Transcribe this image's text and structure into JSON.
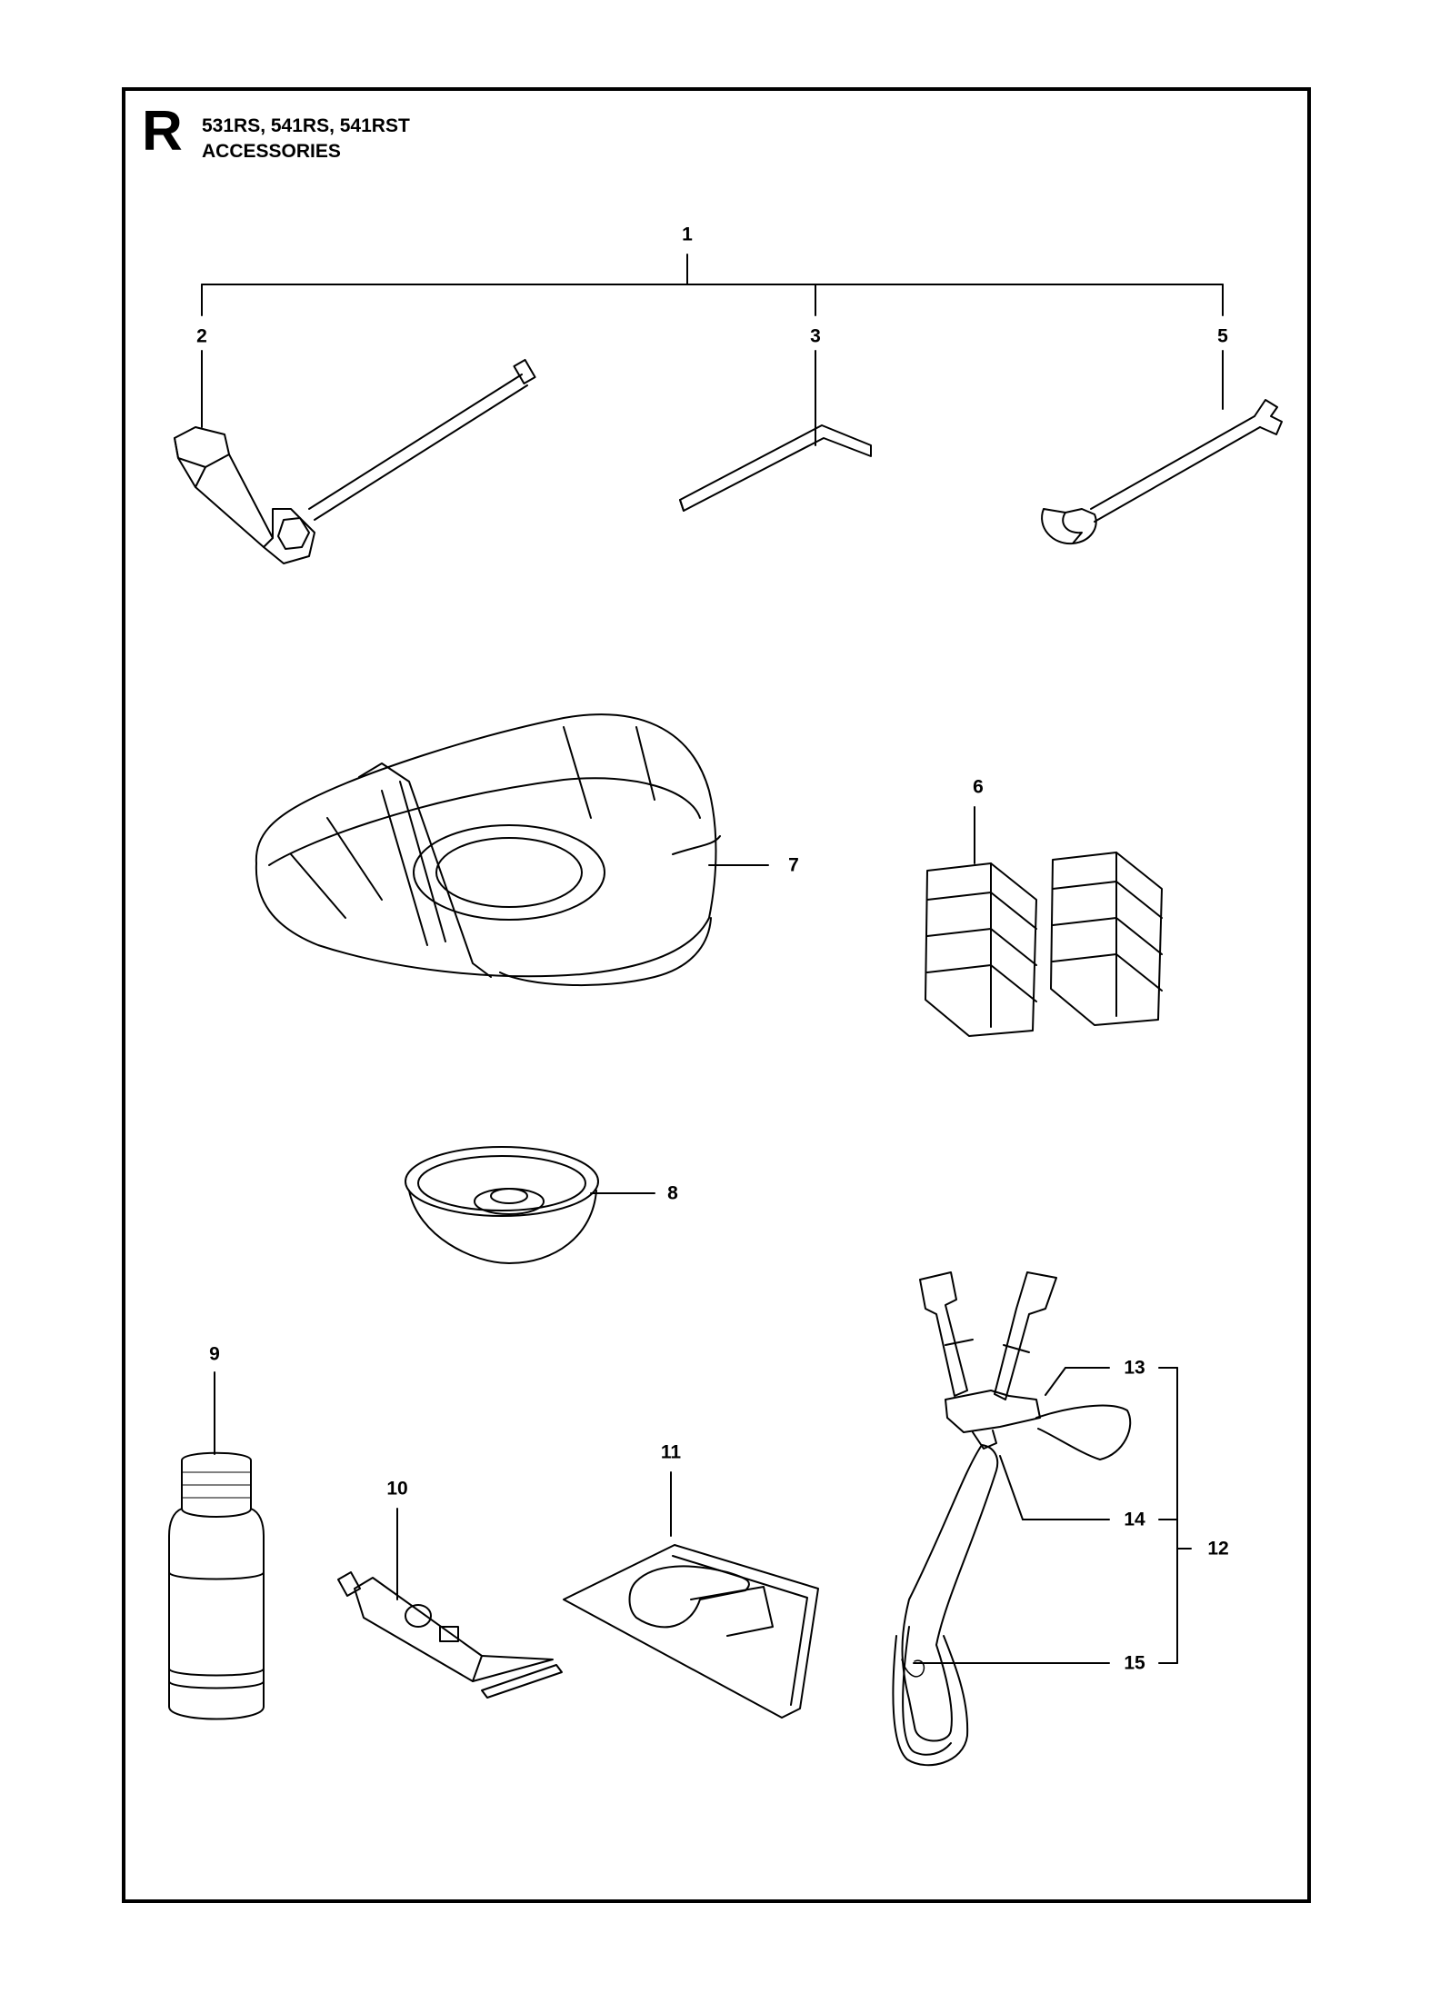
{
  "header": {
    "section_letter": "R",
    "models": "531RS, 541RS, 541RST",
    "title": "ACCESSORIES"
  },
  "callouts": [
    "1",
    "2",
    "3",
    "5",
    "6",
    "7",
    "8",
    "9",
    "10",
    "11",
    "12",
    "13",
    "14",
    "15"
  ],
  "parts": [
    {
      "ref": "2",
      "icon": "combination-spanner-icon"
    },
    {
      "ref": "3",
      "icon": "hex-key-icon"
    },
    {
      "ref": "5",
      "icon": "open-end-wrench-icon"
    },
    {
      "ref": "6",
      "icon": "blade-guard-strips-icon"
    },
    {
      "ref": "7",
      "icon": "cutting-guard-icon"
    },
    {
      "ref": "8",
      "icon": "support-cup-icon"
    },
    {
      "ref": "9",
      "icon": "oil-bottle-icon"
    },
    {
      "ref": "10",
      "icon": "grease-tube-icon"
    },
    {
      "ref": "11",
      "icon": "transport-guard-icon"
    },
    {
      "ref": "12",
      "icon": "harness-icon"
    }
  ]
}
